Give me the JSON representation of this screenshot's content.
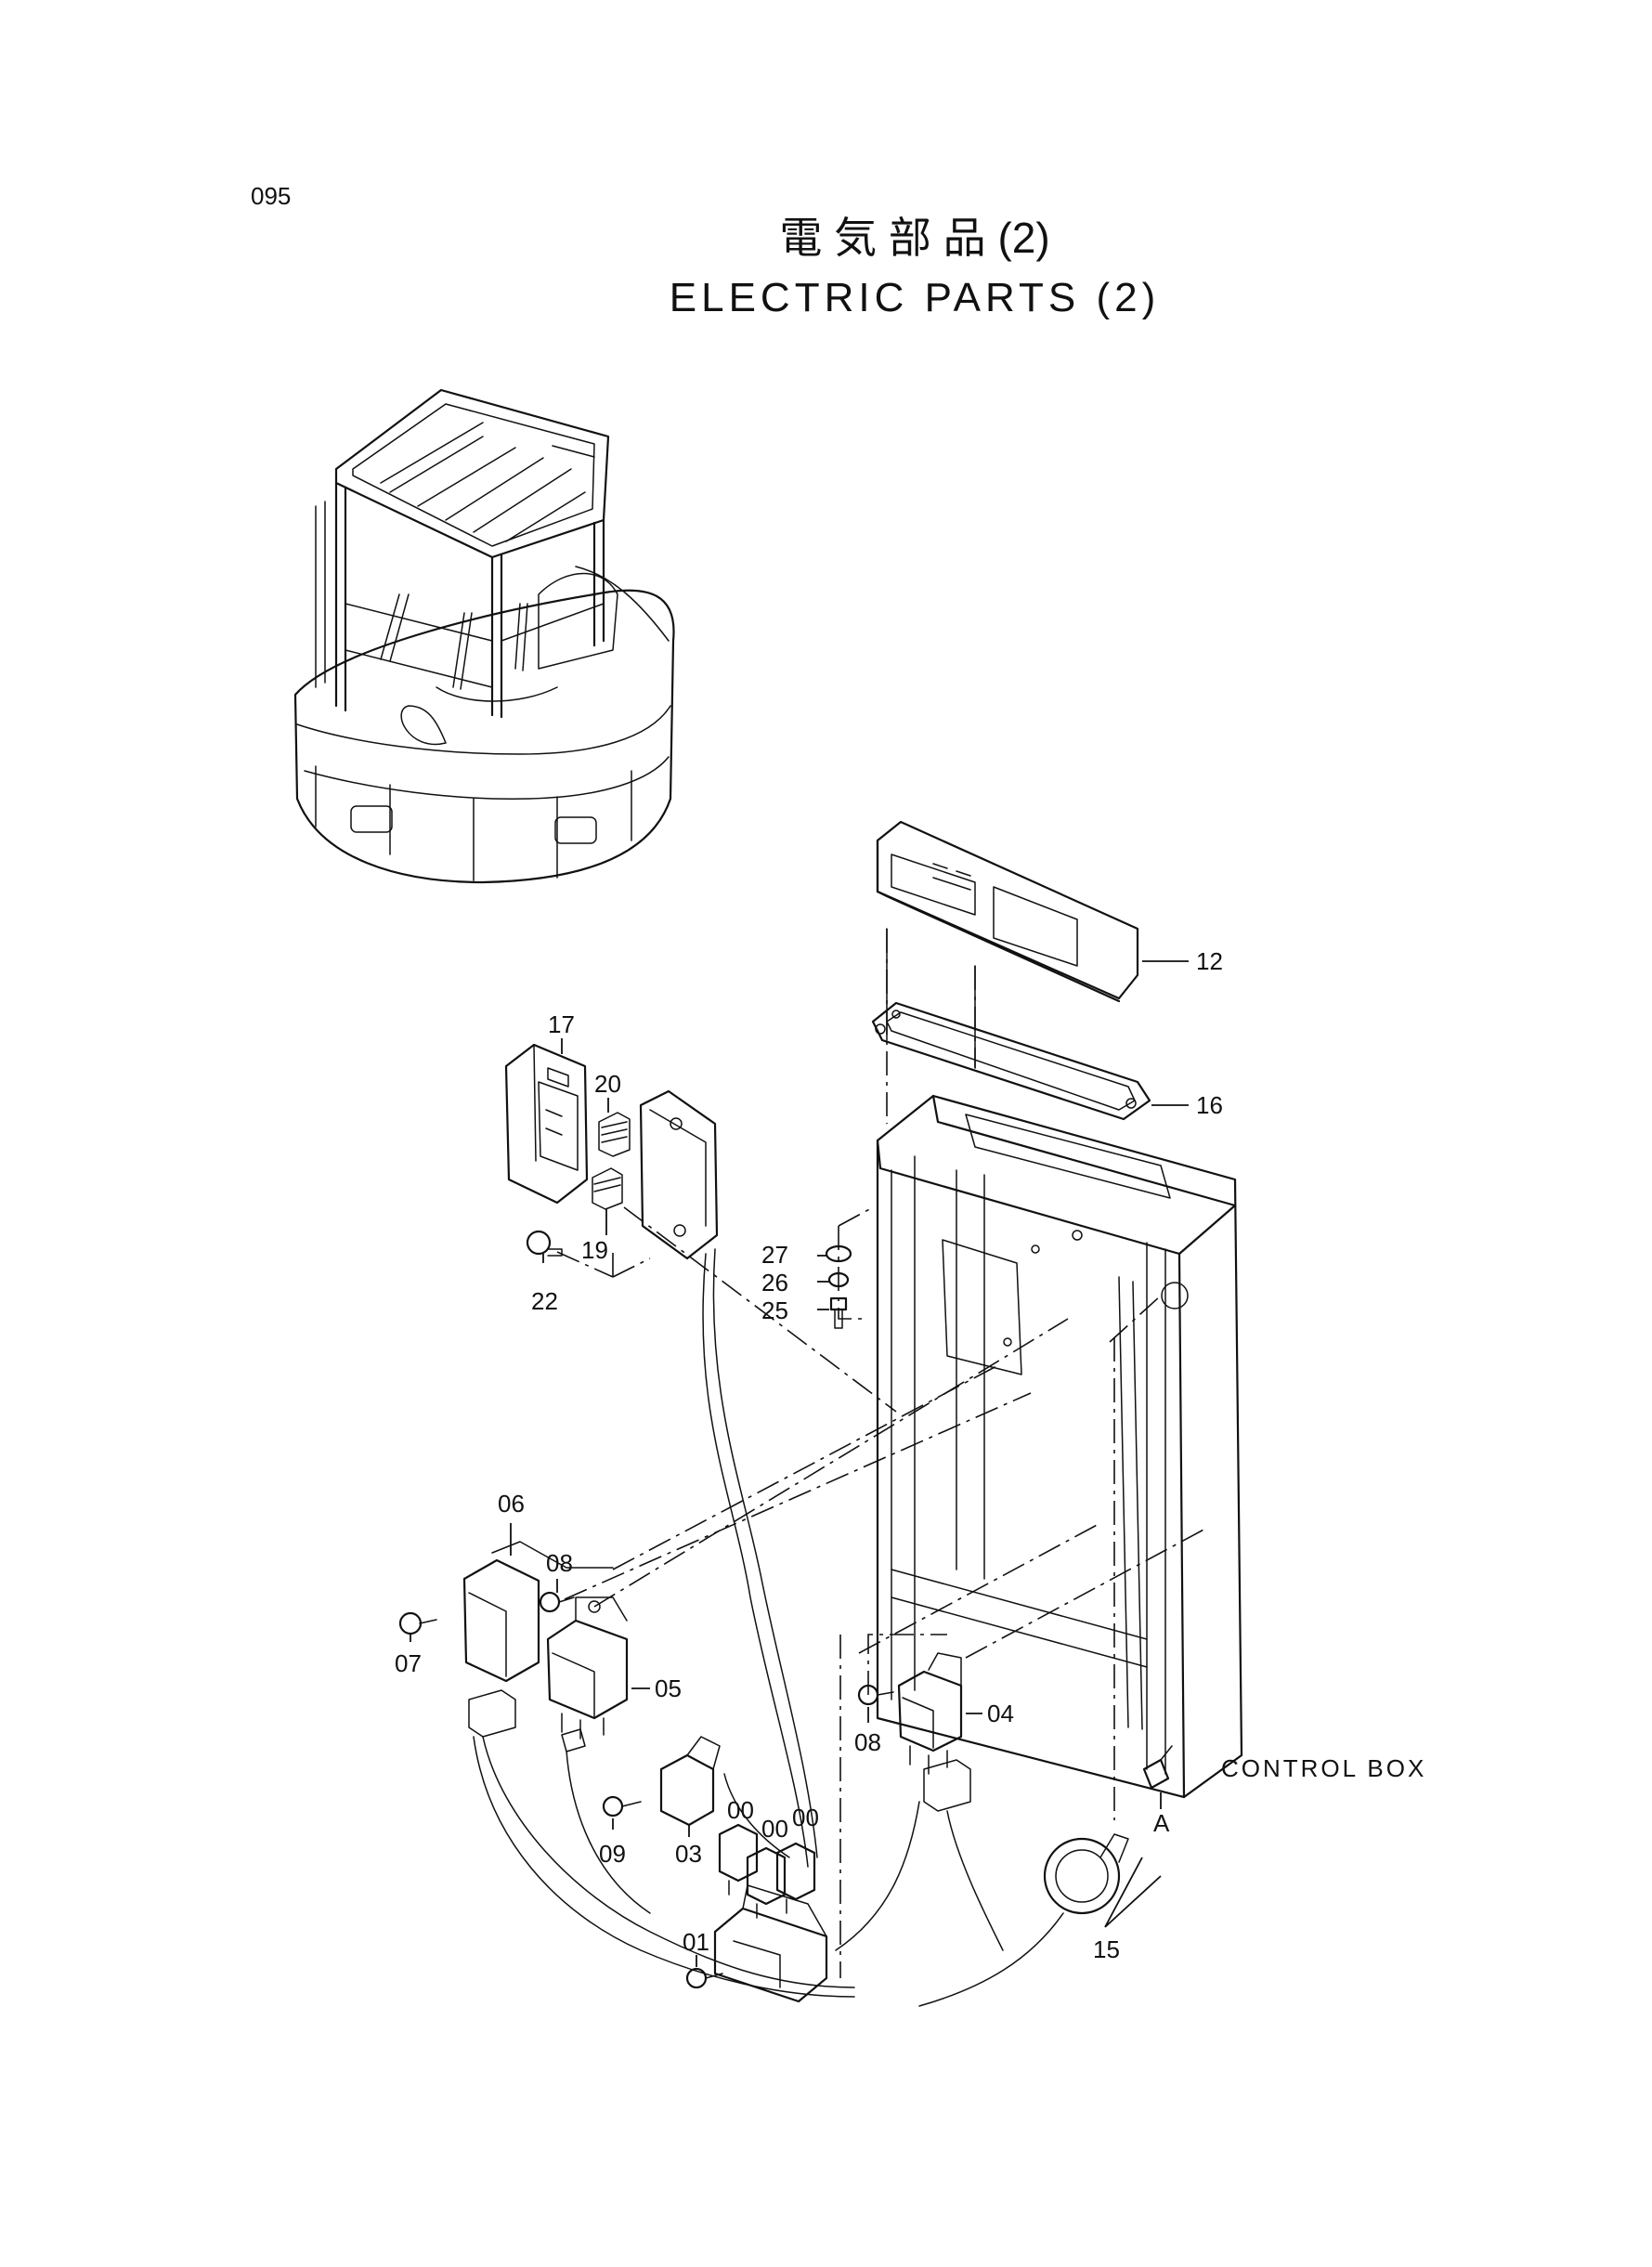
{
  "page_number": "095",
  "title_jp": "電 気 部 品 (2)",
  "title_en": "ELECTRIC PARTS (2)",
  "callouts": {
    "p12": "12",
    "p16": "16",
    "p17": "17",
    "p20": "20",
    "p19": "19",
    "p22": "22",
    "p27": "27",
    "p26": "26",
    "p25": "25",
    "p06": "06",
    "p08a": "08",
    "p07": "07",
    "p05": "05",
    "p04": "04",
    "p08b": "08",
    "p09": "09",
    "p03": "03",
    "p00a": "00",
    "p00b": "00",
    "p00c": "00",
    "p01": "01",
    "p15": "15",
    "pA": "A"
  },
  "control_box_label": "CONTROL BOX"
}
